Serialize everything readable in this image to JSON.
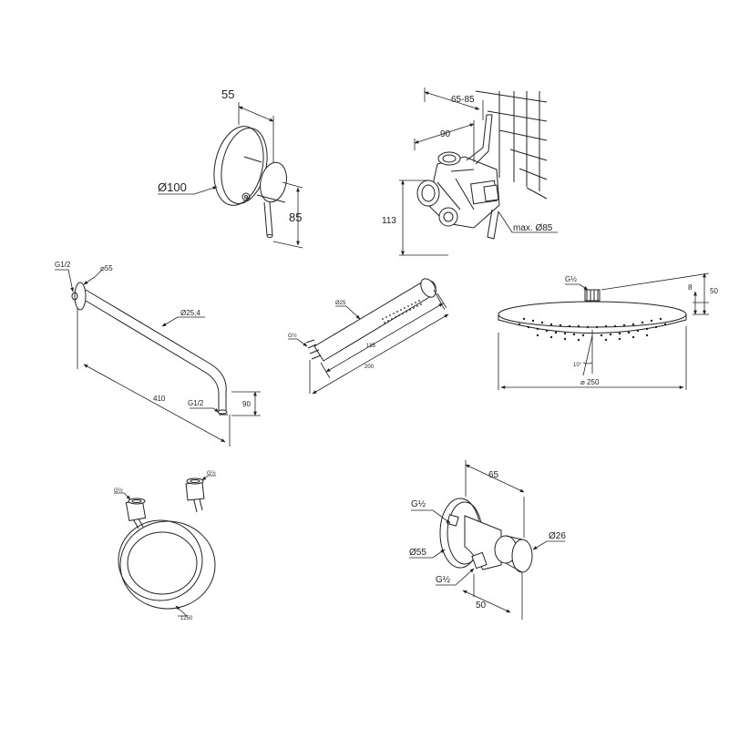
{
  "diagram": {
    "mixer_valve": {
      "dim_depth": "55",
      "dim_rosette": "Ø100",
      "dim_lever": "85"
    },
    "concealed_body": {
      "dim_range": "65-85",
      "dim_depth": "90",
      "dim_height": "113",
      "dim_max": "max. Ø85"
    },
    "shower_arm": {
      "thread_wall": "G1/2",
      "flange": "⌀55",
      "tube": "Ø25,4",
      "thread_outlet": "G1/2",
      "length": "410",
      "drop": "90"
    },
    "hand_shower": {
      "diameter": "Ø25",
      "thread": "G½",
      "body_length": "185",
      "total_length": "200"
    },
    "overhead_shower": {
      "thread": "G½",
      "thickness": "8",
      "height": "50",
      "angle": "10°",
      "diameter": "⌀ 250"
    },
    "hose": {
      "thread_a": "G½",
      "thread_b": "G½",
      "length": "1250"
    },
    "wall_outlet": {
      "depth": "65",
      "thread_top": "G½",
      "holder": "Ø26",
      "rosette": "Ø55",
      "thread_bottom": "G½",
      "offset": "50"
    }
  }
}
